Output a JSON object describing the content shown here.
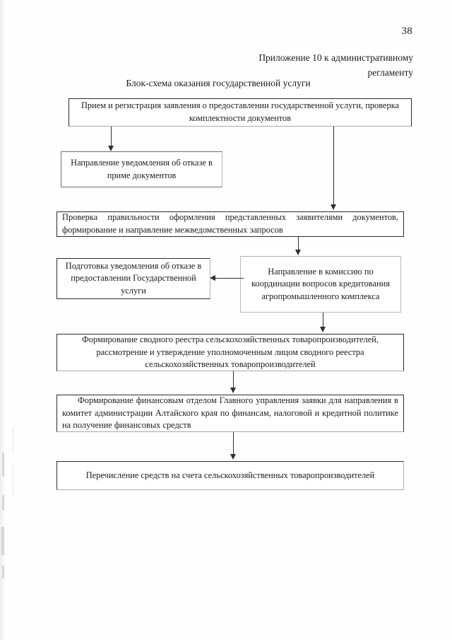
{
  "page": {
    "number": "38",
    "appendix_line1": "Приложение 10 к административному",
    "appendix_line2": "регламенту",
    "scheme_title": "Блок-схема оказания государственной услуги"
  },
  "flowchart": {
    "nodes": [
      {
        "id": "intake",
        "text": "Прием и регистрация заявления о предоставлении государственной услуги, проверка комплектности документов"
      },
      {
        "id": "refusal-notice-acceptance",
        "text": "Направление уведомления об отказе в приме документов"
      },
      {
        "id": "verification",
        "text": "Проверка правильности оформления представленных заявителями документов, формирование и направление межведомственных запросов"
      },
      {
        "id": "refusal-notice-service",
        "text": "Подготовка уведомления об отказе в предоставлении Государственной услуги"
      },
      {
        "id": "commission",
        "text": "Направление в комиссию по координации вопросов кредитования агропромышленного комплекса"
      },
      {
        "id": "consolidated-register",
        "text": "Формирование сводного реестра сельскохозяйственных товаропроизводителей, рассмотрение и утверждение уполномоченным лицом сводного реестра сельскохозяйственных товаропроизводителей"
      },
      {
        "id": "funding-request",
        "text": "Формирование финансовым отделом Главного управления заявки для направления в комитет администрации Алтайского края по финансам, налоговой и кредитной политике на получение финансовых средств"
      },
      {
        "id": "transfer-funds",
        "text": "Перечисление средств на счета сельскохозяйственных товаропроизводителей"
      }
    ],
    "connectors": [
      {
        "id": "intake-to-refusal-acceptance",
        "direction": "down"
      },
      {
        "id": "intake-to-verification",
        "direction": "down"
      },
      {
        "id": "verification-to-commission",
        "direction": "down"
      },
      {
        "id": "commission-to-refusal-service",
        "direction": "left"
      },
      {
        "id": "commission-to-register",
        "direction": "down"
      },
      {
        "id": "register-to-funding-request",
        "direction": "down"
      },
      {
        "id": "funding-request-to-transfer",
        "direction": "down"
      }
    ]
  },
  "colors": {
    "ink": "#2b2b2b",
    "paper": "#fefefe",
    "faded_ink": "#9a9a9a"
  }
}
